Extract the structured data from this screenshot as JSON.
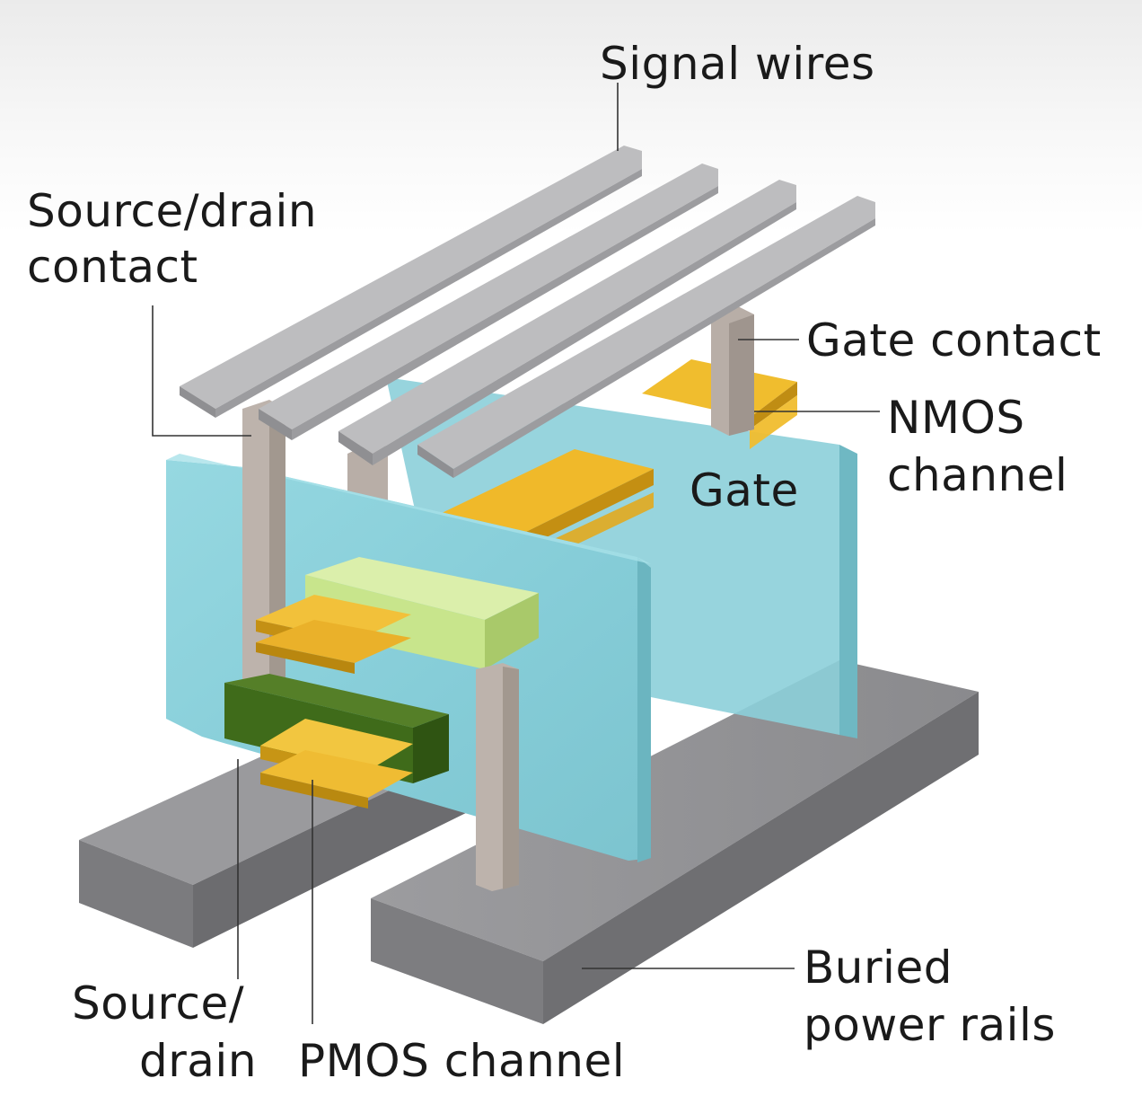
{
  "diagram": {
    "labels": {
      "signal_wires": "Signal wires",
      "source_drain_contact_line1": "Source/drain",
      "source_drain_contact_line2": "contact",
      "gate_contact": "Gate contact",
      "nmos_channel_line1": "NMOS",
      "nmos_channel_line2": "channel",
      "gate": "Gate",
      "buried_power_rails_line1": "Buried",
      "buried_power_rails_line2": "power rails",
      "source_drain_line1": "Source/",
      "source_drain_line2": "drain",
      "pmos_channel": "PMOS channel"
    },
    "colors": {
      "gate": "#8fd3dc",
      "channel": "#e8b22e",
      "source_drain_upper": "#c8e58c",
      "source_drain_lower": "#3f6b1a",
      "metal_contact": "#b5aca6",
      "wire": "#a9a9ab",
      "power_rail": "#8e8e91",
      "leader_line": "#333333"
    }
  }
}
